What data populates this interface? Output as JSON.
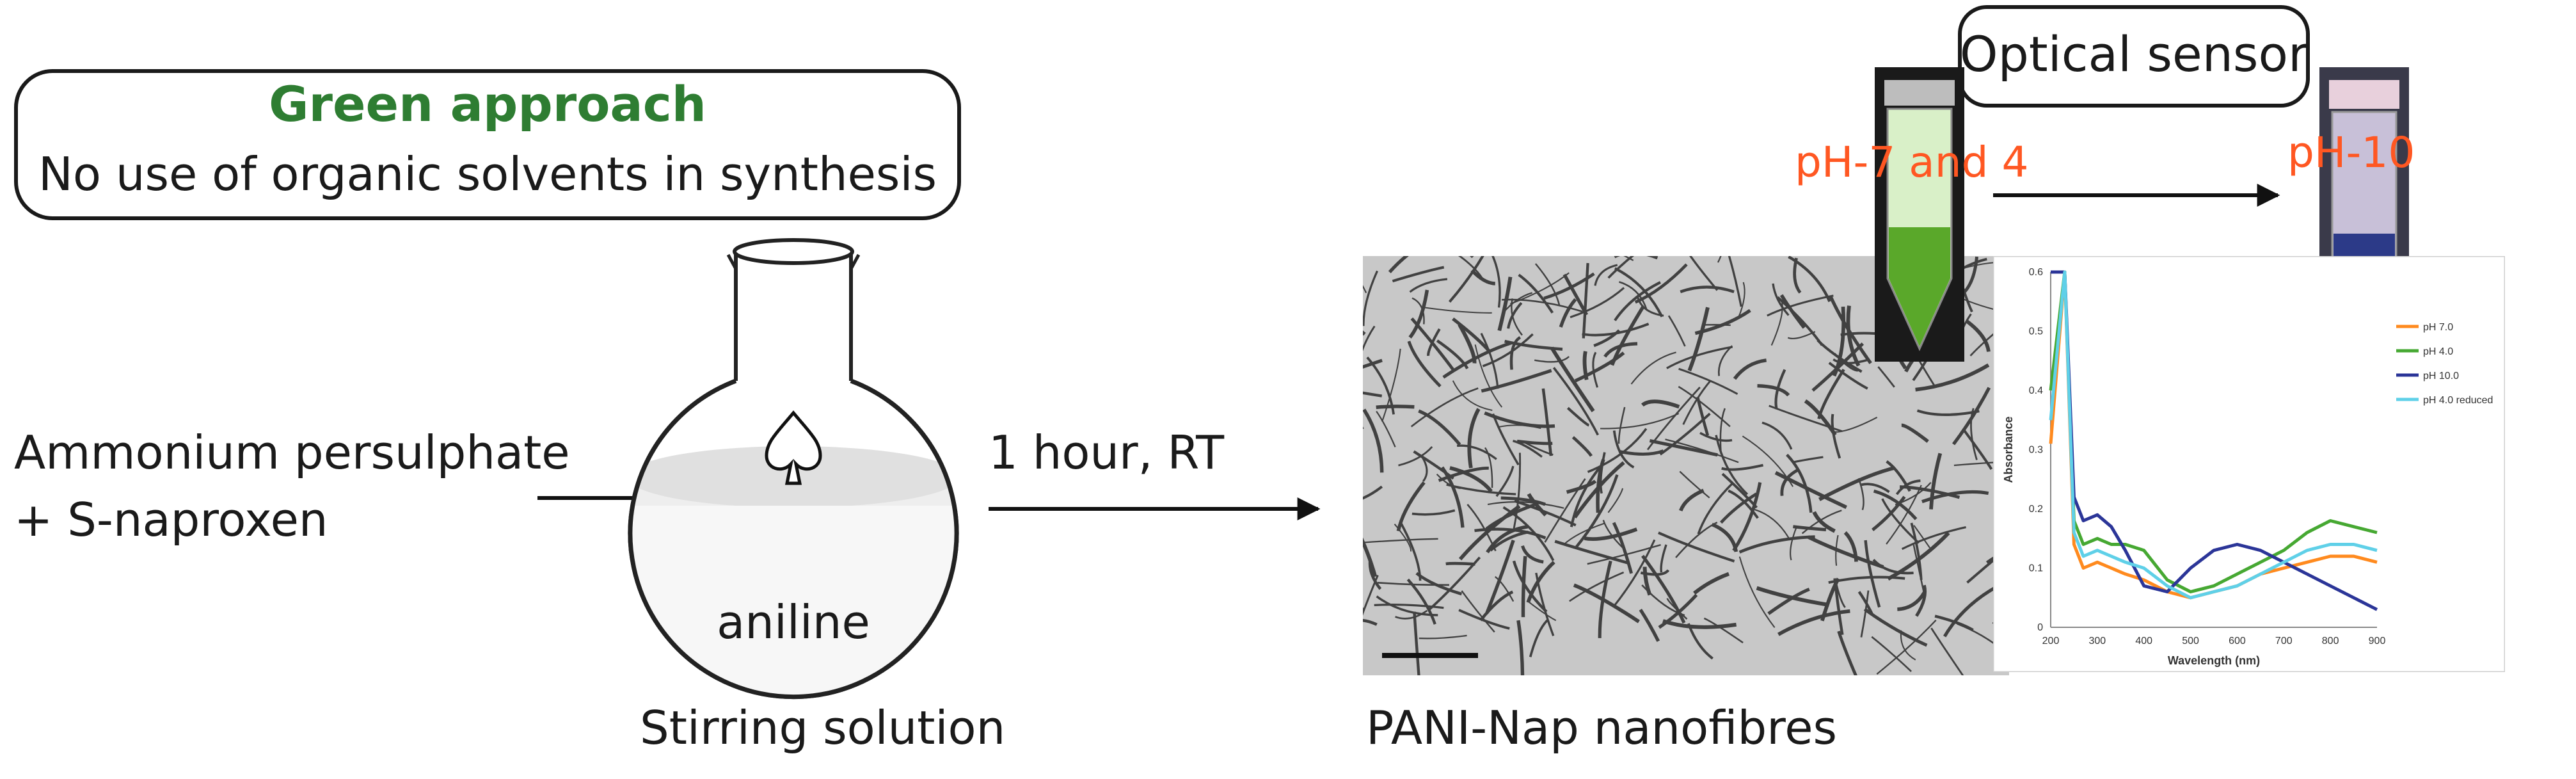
{
  "green_box": {
    "title": "Green approach",
    "subtitle": "No use of organic solvents in synthesis"
  },
  "reactants": {
    "line1": "Ammonium persulphate",
    "line2": "+ S-naproxen"
  },
  "flask": {
    "content_label": "aniline",
    "caption": "Stirring solution",
    "stirrer_icon": "spade-stirrer-icon"
  },
  "condition": {
    "label": "1 hour, RT"
  },
  "product": {
    "caption": "PANI-Nap nanofibres"
  },
  "sensor": {
    "title": "Optical sensor",
    "ph_left": "pH-7 and 4",
    "ph_right": "pH-10"
  },
  "colors": {
    "green_title": "#2e7d32",
    "ph_label": "#ff5722",
    "green_solution": "#5aa82a",
    "blue_solution": "#2c3a88"
  },
  "chart_data": {
    "type": "line",
    "xlabel": "Wavelength (nm)",
    "ylabel": "Absorbance",
    "xlim": [
      200,
      900
    ],
    "ylim": [
      0,
      0.6
    ],
    "x_ticks": [
      "200",
      "300",
      "400",
      "500",
      "600",
      "700",
      "800",
      "900"
    ],
    "y_ticks": [
      "0",
      "0.1",
      "0.2",
      "0.3",
      "0.4",
      "0.5",
      "0.6"
    ],
    "legend_position": "right",
    "x": [
      200,
      230,
      250,
      270,
      300,
      330,
      360,
      400,
      450,
      500,
      550,
      600,
      650,
      700,
      750,
      800,
      850,
      900
    ],
    "series": [
      {
        "name": "pH 7.0",
        "color": "#ff8a1e",
        "values": [
          0.31,
          0.6,
          0.14,
          0.1,
          0.11,
          0.1,
          0.09,
          0.08,
          0.06,
          0.05,
          0.06,
          0.07,
          0.09,
          0.1,
          0.11,
          0.12,
          0.12,
          0.11
        ]
      },
      {
        "name": "pH 4.0",
        "color": "#46a832",
        "values": [
          0.4,
          0.6,
          0.18,
          0.14,
          0.15,
          0.14,
          0.14,
          0.13,
          0.08,
          0.06,
          0.07,
          0.09,
          0.11,
          0.13,
          0.16,
          0.18,
          0.17,
          0.16
        ]
      },
      {
        "name": "pH 10.0",
        "color": "#2b3598",
        "values": [
          0.6,
          0.6,
          0.22,
          0.18,
          0.19,
          0.17,
          0.13,
          0.07,
          0.06,
          0.1,
          0.13,
          0.14,
          0.13,
          0.11,
          0.09,
          0.07,
          0.05,
          0.03
        ]
      },
      {
        "name": "pH 4.0 reduced",
        "color": "#5fd0e8",
        "values": [
          0.35,
          0.6,
          0.16,
          0.12,
          0.13,
          0.12,
          0.11,
          0.1,
          0.07,
          0.05,
          0.06,
          0.07,
          0.09,
          0.11,
          0.13,
          0.14,
          0.14,
          0.13
        ]
      }
    ]
  }
}
